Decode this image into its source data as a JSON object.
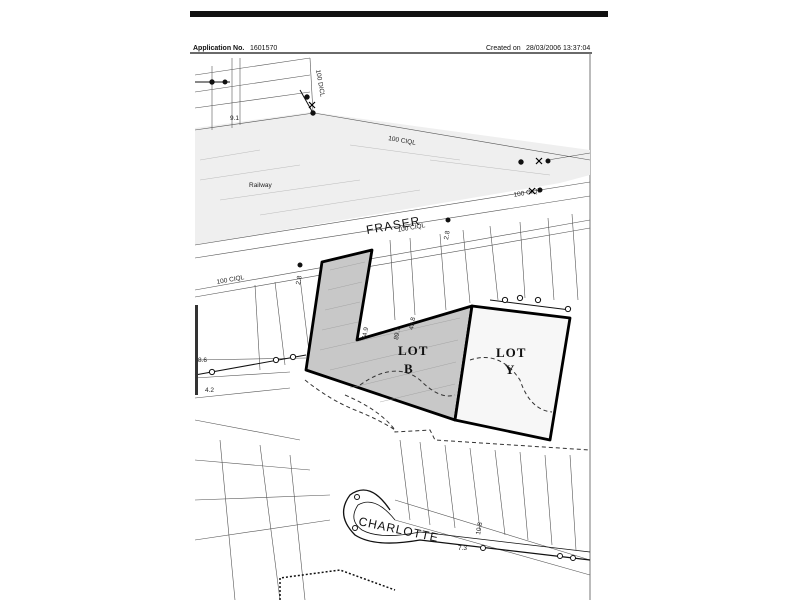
{
  "header": {
    "application_label": "Application No.",
    "application_number": "1601570",
    "created_label": "Created on",
    "created_value": "28/03/2006 13:37:04"
  },
  "map": {
    "railway_label": "Railway",
    "road_fraser": "FRASER",
    "road_charlotte": "CHARLOTTE",
    "lot_b_line1": "LOT",
    "lot_b_line2": "B",
    "lot_y_line1": "LOT",
    "lot_y_line2": "Y",
    "ciql_labels": [
      "100 CIQL",
      "100 CIQL",
      "100 CIQL",
      "100 CIQL",
      "100 DICL"
    ],
    "dim_labels": [
      "9.1",
      "2.8",
      "2.8",
      "43.8",
      "74.9",
      "89.7",
      "4.2",
      "8.6",
      "10.8",
      "7.3"
    ]
  },
  "colors": {
    "parcel_line": "#555555",
    "lot_outline": "#000000",
    "lot_b_fill": "#c8c8c8",
    "railway_fill": "#eeeeee"
  }
}
